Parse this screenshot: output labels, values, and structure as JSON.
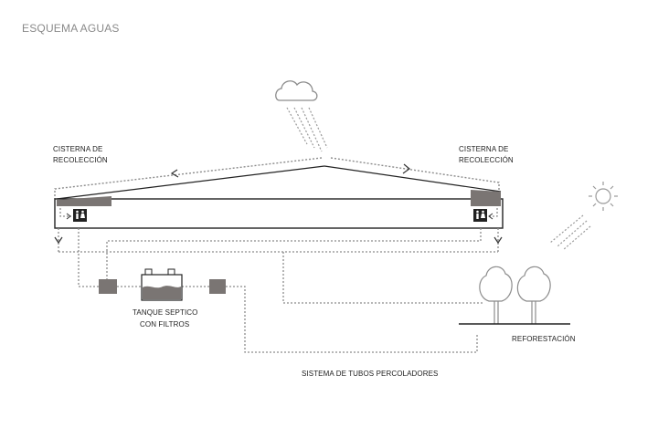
{
  "title": "ESQUEMA AGUAS",
  "labels": {
    "cistern_left_line1": "CISTERNA DE",
    "cistern_left_line2": "RECOLECCIÓN",
    "cistern_right_line1": "CISTERNA DE",
    "cistern_right_line2": "RECOLECCIÓN",
    "septic_line1": "TANQUE SEPTICO",
    "septic_line2": "CON FILTROS",
    "reforestation": "REFORESTACIÓN",
    "percolation": "SISTEMA DE TUBOS PERCOLADORES"
  },
  "icons": {
    "cloud": "rain-cloud-icon",
    "sun": "sun-icon",
    "toilet": "restroom-icon",
    "tree": "tree-icon"
  },
  "colors": {
    "line": "#222222",
    "pipe": "#8c8c8c",
    "tank_fill": "#7a7573",
    "title": "#8a8a8a"
  }
}
